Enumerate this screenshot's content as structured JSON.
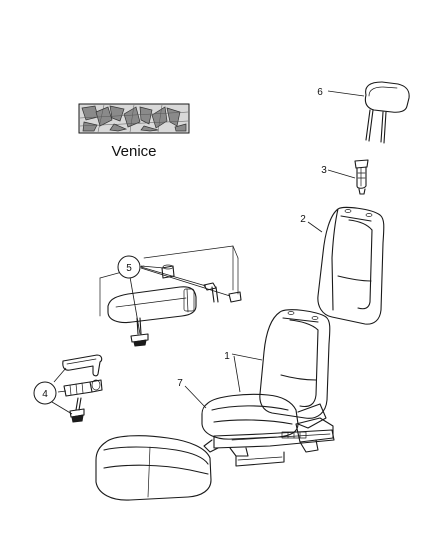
{
  "swatch": {
    "caption": "Venice"
  },
  "labels": {
    "p1": "1",
    "p2": "2",
    "p3": "3",
    "p4": "4",
    "p5": "5",
    "p6": "6",
    "p7": "7"
  }
}
